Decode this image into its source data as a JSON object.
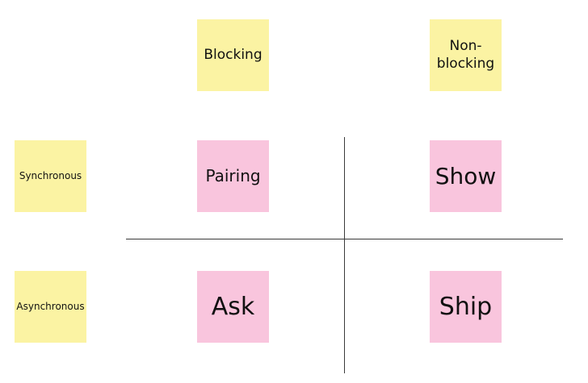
{
  "columns": {
    "blocking": "Blocking",
    "non_blocking": "Non-blocking"
  },
  "rows": {
    "synchronous": "Synchronous",
    "asynchronous": "Asynchronous"
  },
  "quadrants": {
    "sync_blocking": "Pairing",
    "sync_non_blocking": "Show",
    "async_blocking": "Ask",
    "async_non_blocking": "Ship"
  },
  "colors": {
    "header_note": "#fbf3a3",
    "quadrant_note": "#f9c5dd",
    "axis_line": "#3a3a3a"
  }
}
